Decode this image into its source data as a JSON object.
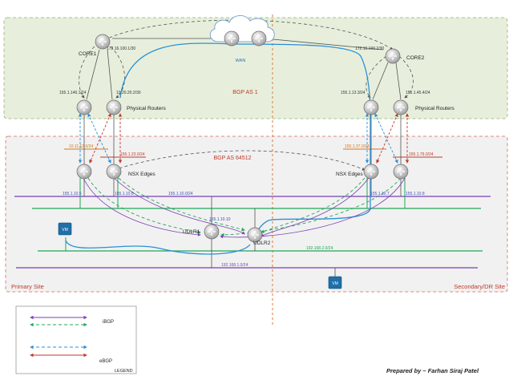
{
  "zones": {
    "bgp_as1": "BGP AS 1",
    "bgp_as64512": "BGP AS 64512",
    "primary_site": "Primary Site",
    "secondary_site": "Secondary/DR Site"
  },
  "nodes": {
    "core1": "CORE1",
    "core2": "CORE2",
    "wan": "WAN",
    "physical_routers_left": "Physical Routers",
    "physical_routers_right": "Physical Routers",
    "nsx_edges_left": "NSX Edges",
    "nsx_edges_right": "NSX Edges",
    "udlr1": "UDLR1",
    "udlr2": "UDLR2",
    "vm_left": "VM",
    "vm_bottom": "VM"
  },
  "subnets": {
    "core1_wan": "172.16.100.1/30",
    "core2_wan": "172.16.100.2/30",
    "pr_left_a": "155.1.146.1/24",
    "pr_left_b": "10.20.20.2/30",
    "pr_right_a": "155.1.13.3/24",
    "pr_right_b": "155.1.45.4/24",
    "uplink_left_a": "10.11.12.0/24",
    "uplink_left_b": "155.1.23.0/24",
    "uplink_right_a": "155.1.37.0/24",
    "uplink_right_b": "155.1.79.0/24",
    "edge_left_a": "155.1.10.5",
    "edge_left_b": "155.1.10.6",
    "edge_right_a": "155.1.10.7",
    "edge_right_b": "155.1.10.8",
    "transit": "155.1.10.0/24",
    "udlr_ip": "155.1.10.10",
    "net_192_2": "192.168.2.0/24",
    "net_192_1": "192.168.1.0/24"
  },
  "legend": {
    "ibgp": "iBGP",
    "ebgp": "eBGP",
    "title": "LEGEND"
  },
  "credit": "Prepared by – Farhan Siraj Patel",
  "colors": {
    "bgp_as1_fill": "#e7efdc",
    "site_fill": "#f0f0f0",
    "purple": "#7b3fb5",
    "green": "#1fa85a",
    "blue_link": "#2c8fd6",
    "red": "#c0392b",
    "orange": "#d4761f",
    "divider": "#e07b39"
  }
}
